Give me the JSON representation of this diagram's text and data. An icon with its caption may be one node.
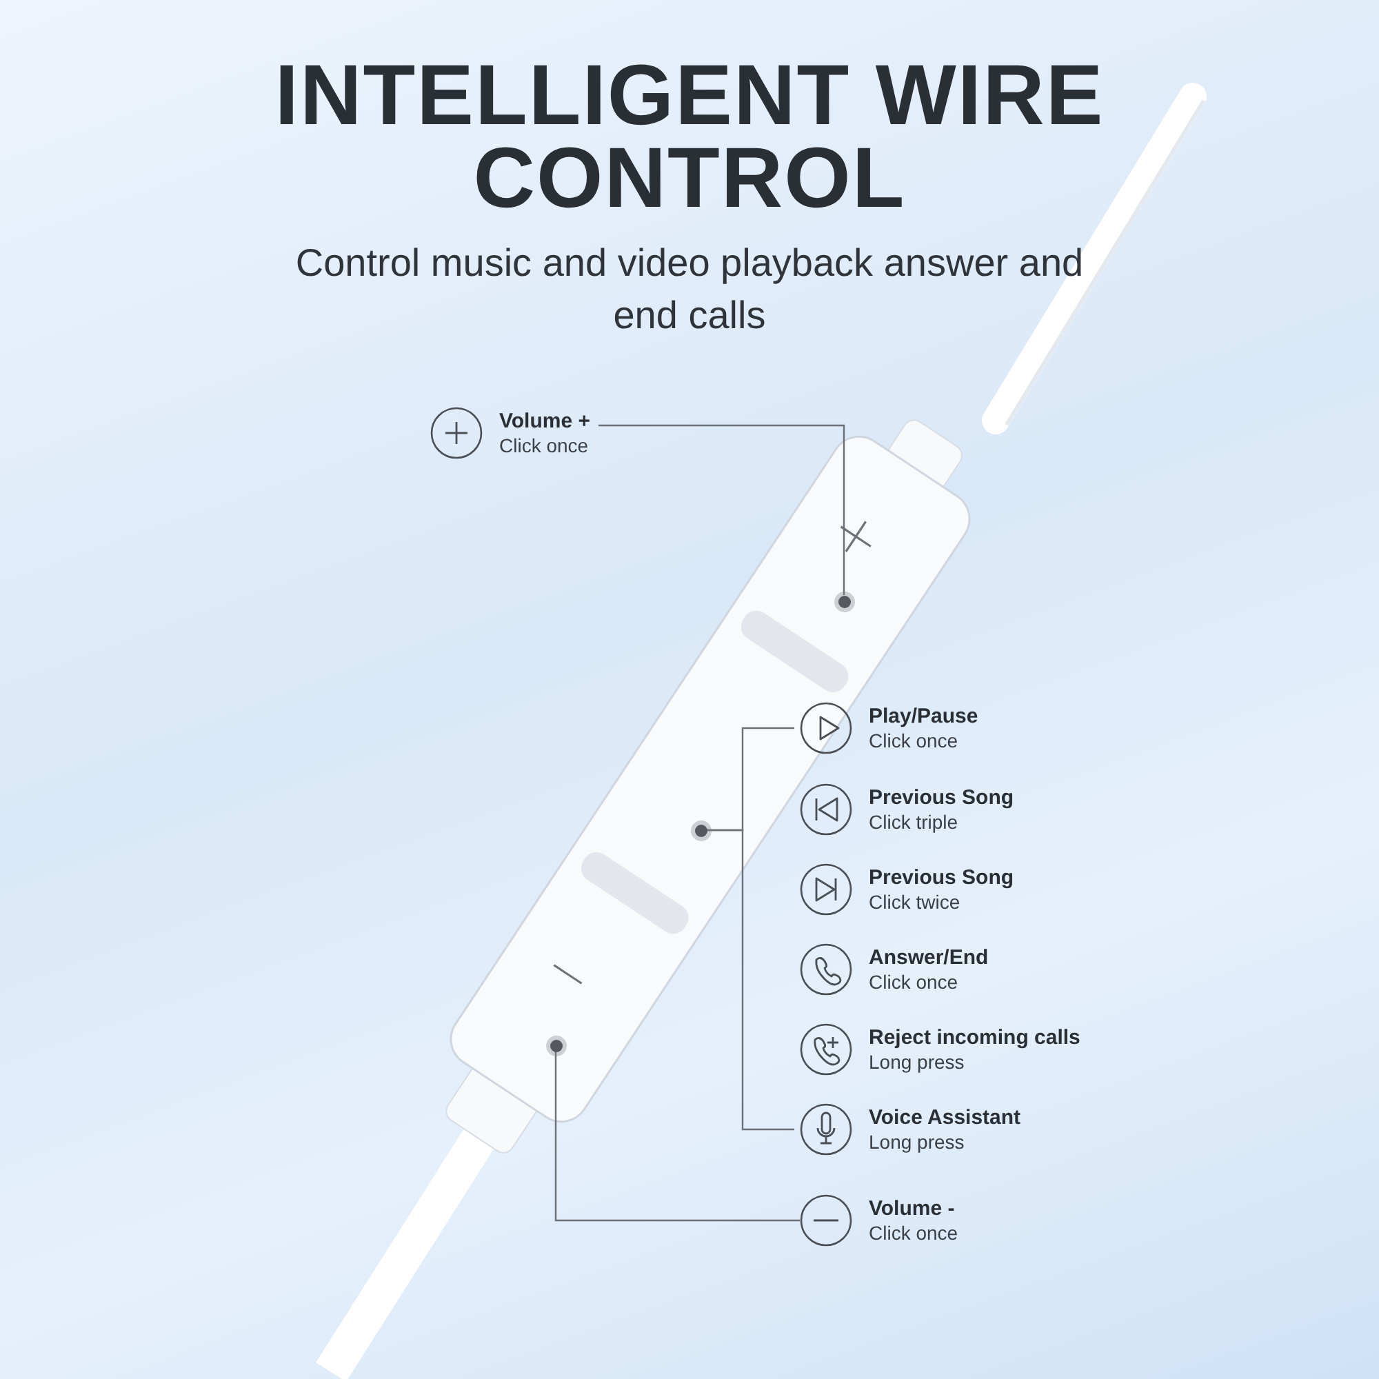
{
  "diagram": {
    "title": "INTELLIGENT WIRE CONTROL",
    "nodes": [
      {
        "text": [
          "Volume +",
          "Click once"
        ]
      },
      {
        "text": [],
        "shape": "circle"
      },
      {
        "text": [],
        "shape": "circle"
      },
      {
        "text": [
          "Play/Pause",
          "Click once"
        ]
      },
      {
        "text": [
          "Previous Song",
          "Click triple"
        ]
      },
      {
        "text": [
          "Previous Song",
          "Click twice"
        ]
      },
      {
        "text": [
          "Answer/End",
          "Click once"
        ]
      },
      {
        "text": [
          "Reject incoming calls",
          "Long press"
        ]
      },
      {
        "text": [
          "Voice Assistant",
          "Long press"
        ]
      },
      {
        "text": [],
        "shape": "circle"
      },
      {
        "text": [
          "Volume -",
          "Click once"
        ]
      }
    ],
    "edges": [
      {
        "from": 0,
        "to": 1,
        "arrow": "none"
      },
      {
        "from": 2,
        "to": 3,
        "arrow": "none"
      },
      {
        "from": 2,
        "to": 8,
        "arrow": "none"
      },
      {
        "from": 10,
        "to": 9,
        "arrow": "none"
      }
    ],
    "labels": [
      "Control music and video playback answer and end calls"
    ]
  }
}
